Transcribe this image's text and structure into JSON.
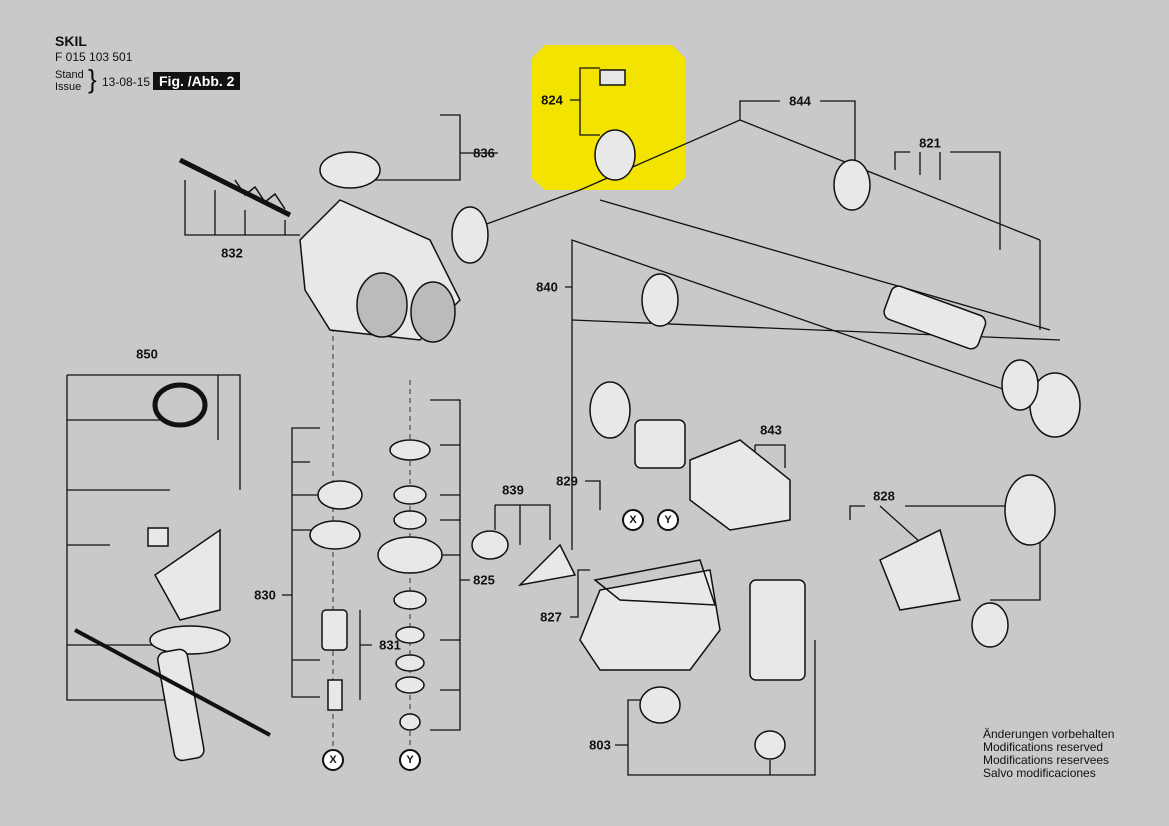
{
  "header": {
    "brand": "SKIL",
    "part_number": "F 015 103 501",
    "stand": "Stand",
    "issue": "Issue",
    "date": "13-08-15",
    "figure": "Fig. /Abb. 2"
  },
  "highlight_color": "#f2e400",
  "parts": [
    "824",
    "844",
    "836",
    "821",
    "832",
    "840",
    "850",
    "843",
    "829",
    "839",
    "828",
    "830",
    "825",
    "827",
    "831",
    "803"
  ],
  "connectors": {
    "x": "X",
    "y": "Y"
  },
  "notes": [
    "Änderungen vorbehalten",
    "Modifications reserved",
    "Modifications reservees",
    "Salvo modificaciones"
  ]
}
